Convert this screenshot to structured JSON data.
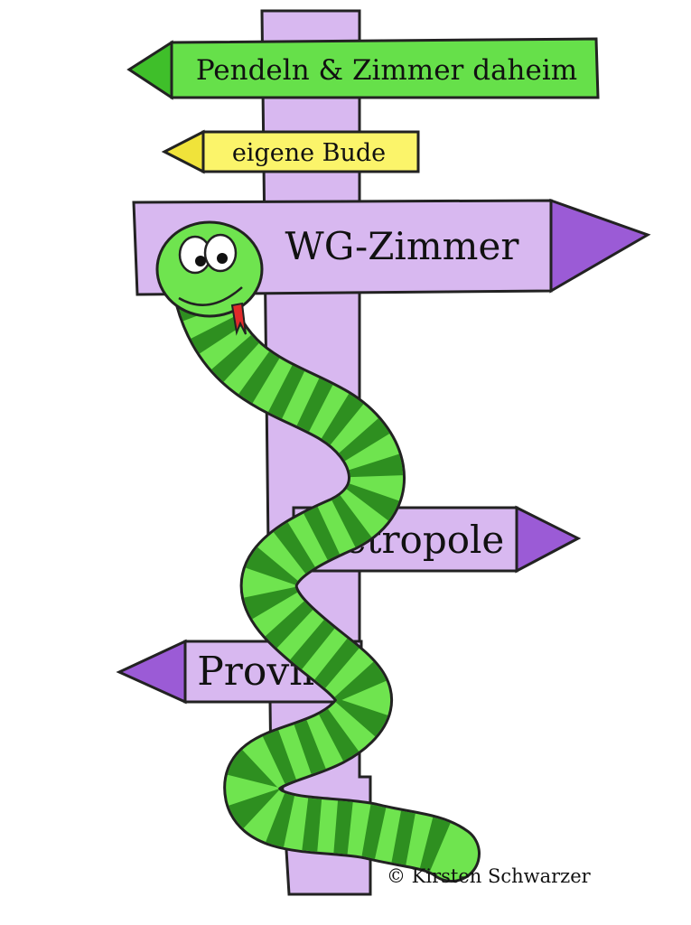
{
  "signs": {
    "pendeln": "Pendeln & Zimmer daheim",
    "bude": "eigene Bude",
    "wg": "WG-Zimmer",
    "metropole": "Metropole",
    "provinz": "Provinz"
  },
  "credit": "© Kirsten Schwarzer",
  "colors": {
    "post": "#d8b8f0",
    "purple_tip": "#9b5bd6",
    "green_sign": "#66e04a",
    "green_tip": "#3fbf2a",
    "yellow_sign": "#fbf46a",
    "snake_light": "#6fe44f",
    "snake_dark": "#2e8f20"
  }
}
